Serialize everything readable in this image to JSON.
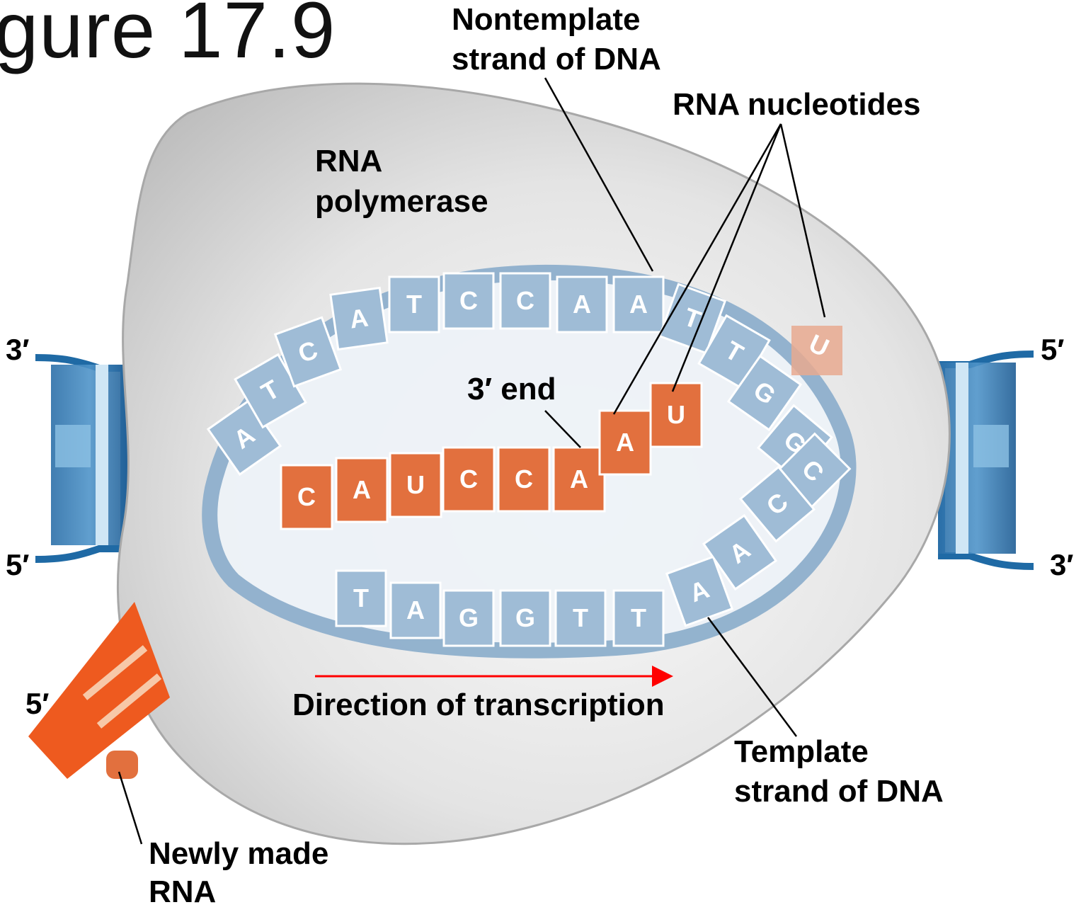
{
  "figure_title": "gure 17.9",
  "labels": {
    "nontemplate": [
      "Nontemplate",
      "strand of DNA"
    ],
    "rna_nucleotides": "RNA nucleotides",
    "rna_polymerase": [
      "RNA",
      "polymerase"
    ],
    "three_prime_end": "3′ end",
    "direction": "Direction of transcription",
    "template": [
      "Template",
      "strand of DNA"
    ],
    "newly_made_rna": [
      "Newly made",
      "RNA"
    ]
  },
  "strand_ends": {
    "left_top": "3′",
    "left_bottom": "5′",
    "right_top": "5′",
    "right_bottom": "3′",
    "rna_5prime": "5′"
  },
  "nontemplate_bases": [
    "A",
    "T",
    "C",
    "A",
    "T",
    "C",
    "C",
    "A",
    "A",
    "T",
    "T",
    "G",
    "G",
    "C",
    "C"
  ],
  "rna_bases": [
    "C",
    "A",
    "U",
    "C",
    "C",
    "A",
    "A",
    "U"
  ],
  "free_nucleotide": "U",
  "template_bases": [
    "T",
    "A",
    "G",
    "G",
    "T",
    "T",
    "A",
    "A"
  ],
  "colors": {
    "dna": "#9fbcd6",
    "dna_dark": "#5f8db5",
    "rna": "#e2703e",
    "polymerase": "#dadada",
    "arrow": "#ff0000"
  }
}
